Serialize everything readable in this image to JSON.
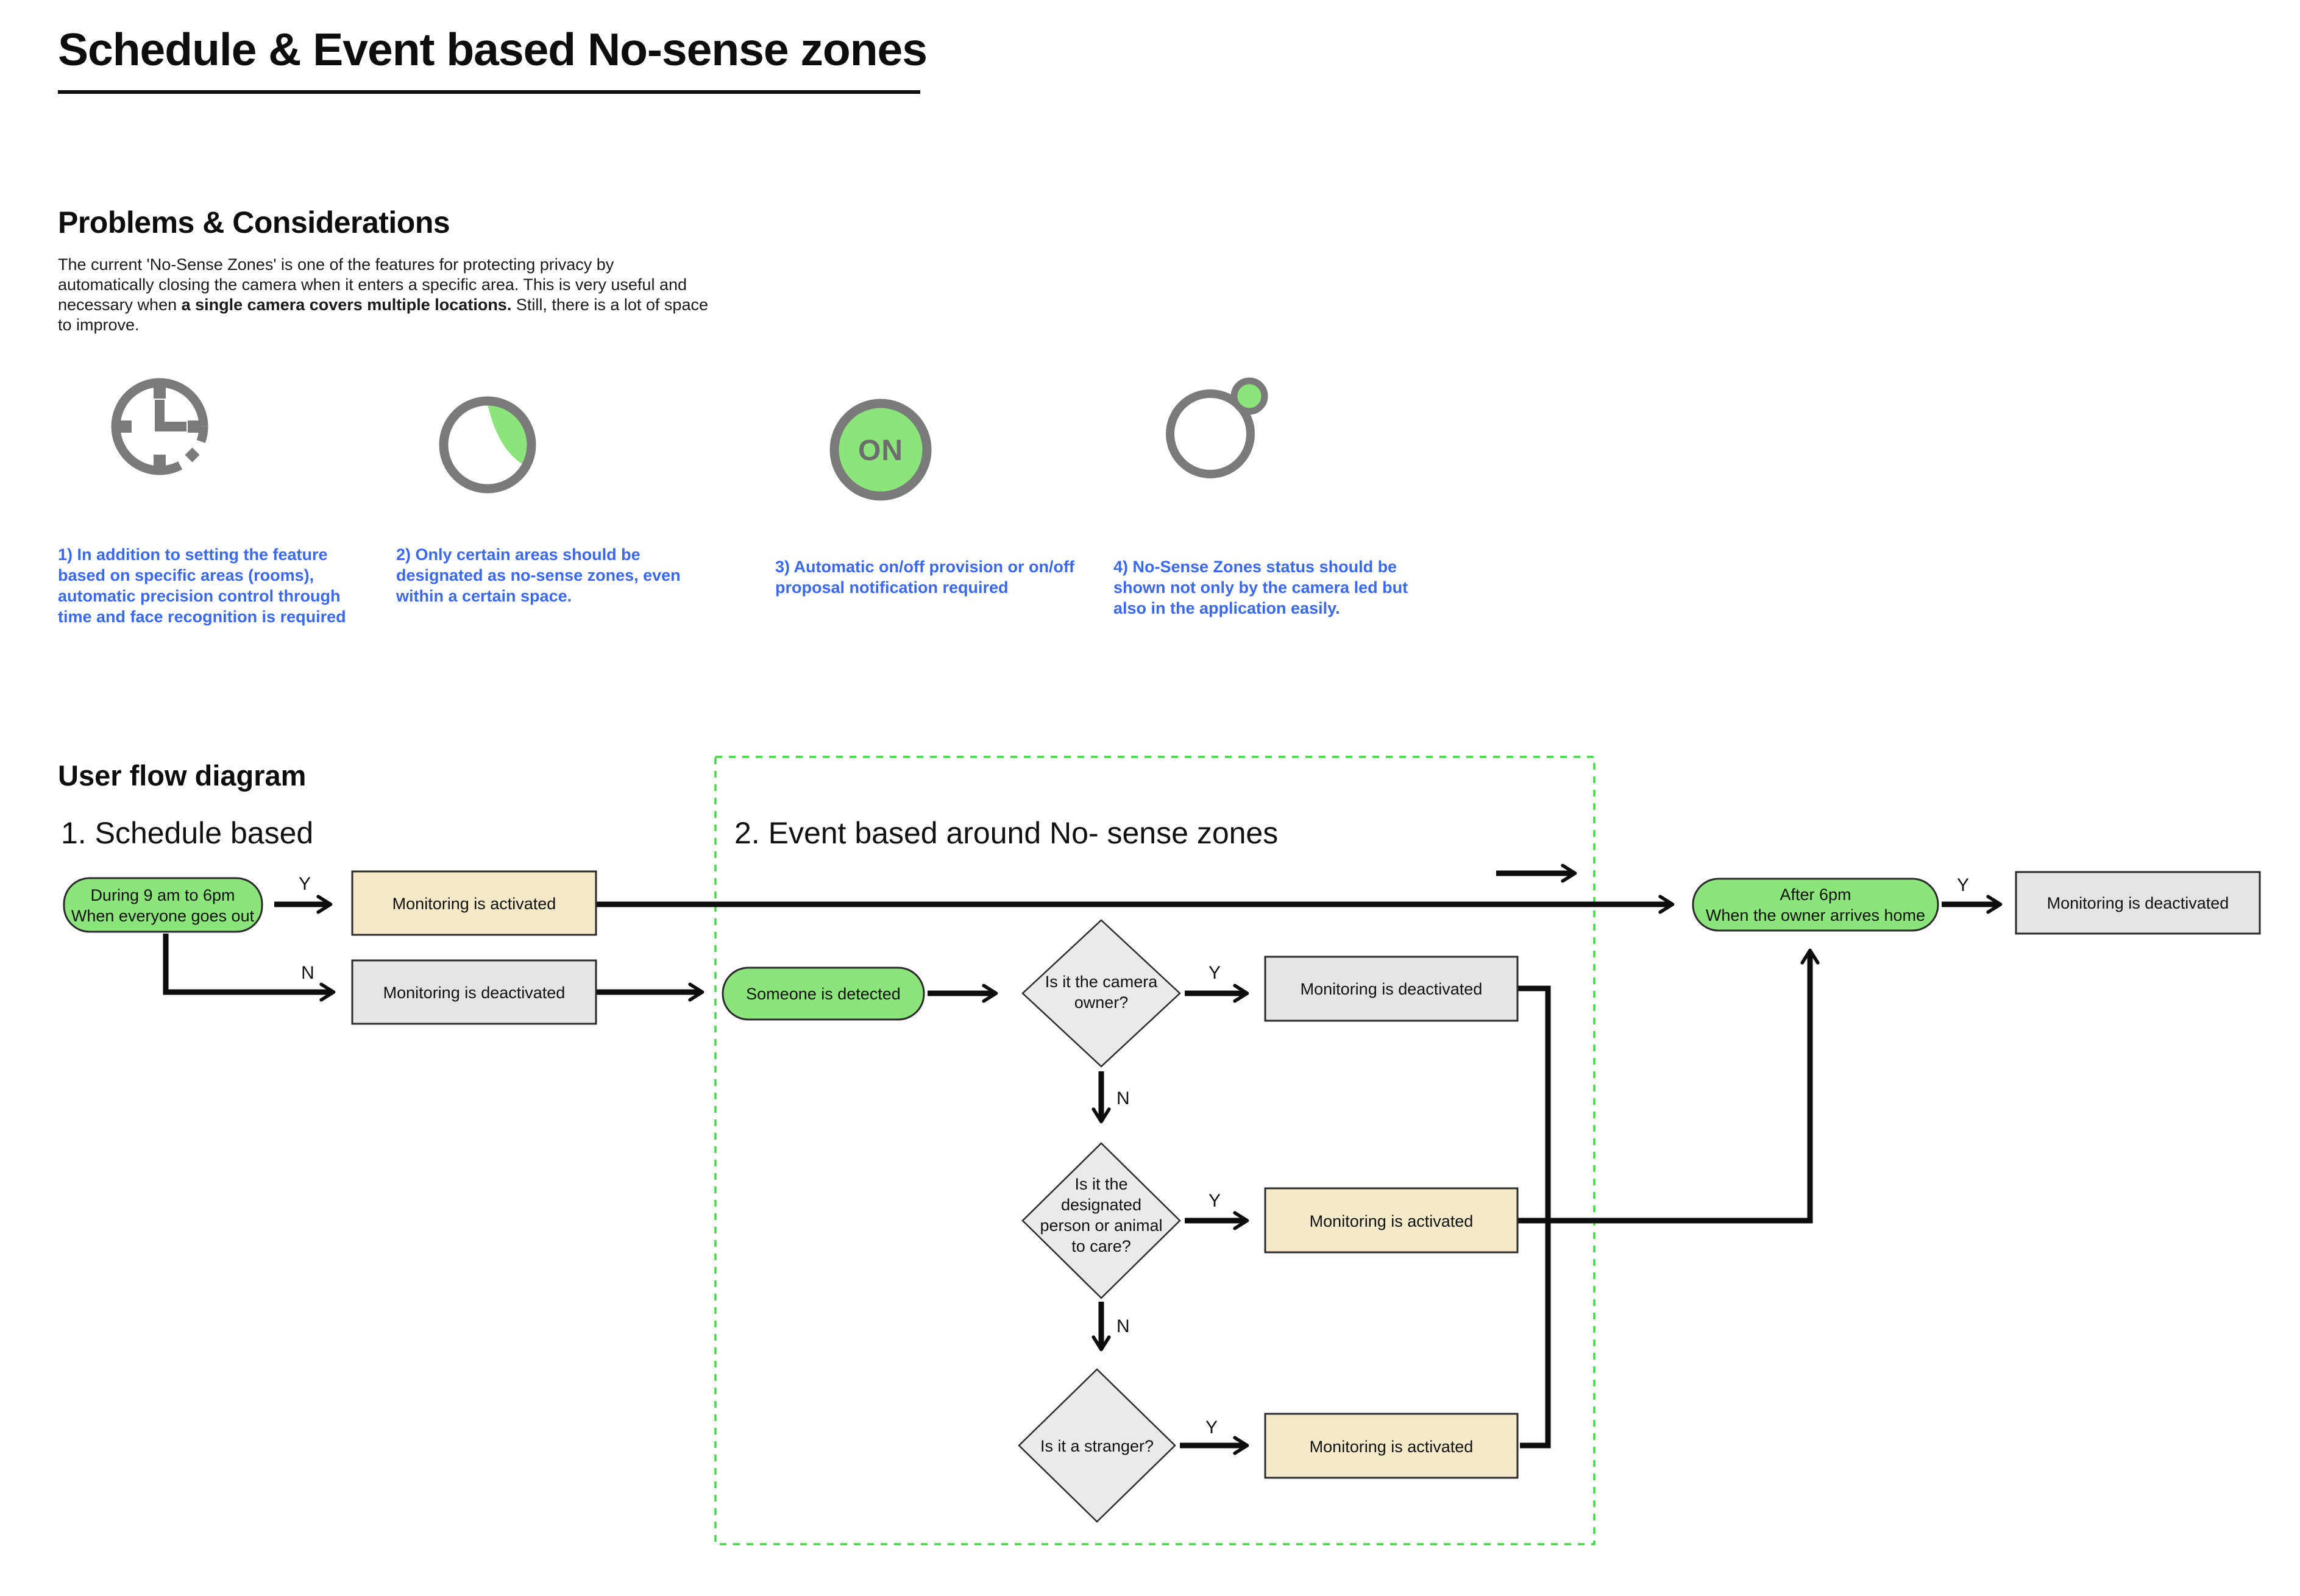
{
  "title": "Schedule & Event based No-sense zones",
  "problems": {
    "heading": "Problems & Considerations",
    "para_line1": "The current 'No-Sense Zones' is one of the features for protecting privacy by",
    "para_line2": "automatically closing the camera when it enters a specific area. This is very useful and",
    "para_line3a": "necessary when ",
    "para_line3b": "a single camera covers multiple locations.",
    "para_line3c": " Still, there is a lot of space",
    "para_line4": "to improve.",
    "items": [
      {
        "icon": "clock-icon",
        "lines": [
          "1) In addition to setting the feature",
          "based on specific areas (rooms),",
          "automatic precision control through",
          "time and face recognition is required"
        ]
      },
      {
        "icon": "pie-zone-icon",
        "lines": [
          "2) Only certain areas should be",
          "designated as no-sense zones, even",
          "within a certain space."
        ]
      },
      {
        "icon": "on-indicator-icon",
        "on_label": "ON",
        "lines": [
          "3) Automatic on/off provision or on/off",
          "proposal notification required"
        ]
      },
      {
        "icon": "status-dot-icon",
        "lines": [
          "4) No-Sense Zones status should be",
          "shown not only by the camera led but",
          "also in the application easily."
        ]
      }
    ]
  },
  "flow": {
    "heading": "User flow diagram",
    "section1_label": "1. Schedule based",
    "section2_label": "2. Event based around No- sense zones",
    "labels": {
      "yes": "Y",
      "no": "N"
    },
    "nodes": {
      "schedule_start": {
        "line1": "During 9 am to 6pm",
        "line2": "When everyone goes out"
      },
      "monitor_activated_1": "Monitoring is activated",
      "monitor_deactivated_1": "Monitoring is deactivated",
      "someone_detected": "Someone is detected",
      "decision_owner": {
        "line1": "Is it the camera",
        "line2": "owner?"
      },
      "monitor_deactivated_2": "Monitoring is deactivated",
      "decision_designated": {
        "line1": "Is it the",
        "line2": "designated",
        "line3": "person or animal",
        "line4": "to care?"
      },
      "monitor_activated_2": "Monitoring is activated",
      "decision_stranger": "Is it a stranger?",
      "monitor_activated_3": "Monitoring is activated",
      "after_6pm": {
        "line1": "After 6pm",
        "line2": "When the owner arrives home"
      },
      "monitor_deactivated_3": "Monitoring is deactivated"
    }
  },
  "colors": {
    "pill_green": "#8BE57A",
    "process_beige": "#F6E9C9",
    "process_gray": "#E4E4E4",
    "diamond_gray": "#EAEAEA",
    "zone_dashed_green": "#3EDB3E",
    "caption_blue": "#3A68F0",
    "icon_gray": "#7a7a7a",
    "line_black": "#0d0d0d"
  }
}
